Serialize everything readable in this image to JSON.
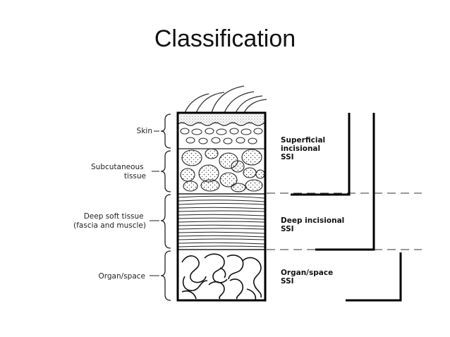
{
  "title": "Classification",
  "layers": [
    {
      "id": "skin",
      "label_lines": [
        "Skin"
      ]
    },
    {
      "id": "subcutaneous",
      "label_lines": [
        "Subcutaneous",
        "tissue"
      ]
    },
    {
      "id": "deep-soft",
      "label_lines": [
        "Deep soft tissue",
        "(fascia and muscle)"
      ]
    },
    {
      "id": "organ-space",
      "label_lines": [
        "Organ/space"
      ]
    }
  ],
  "ssi_categories": [
    {
      "id": "superficial",
      "label_lines": [
        "Superficial",
        "incisional",
        "SSI"
      ]
    },
    {
      "id": "deep",
      "label_lines": [
        "Deep incisional",
        "SSI"
      ]
    },
    {
      "id": "organ",
      "label_lines": [
        "Organ/space",
        "SSI"
      ]
    }
  ]
}
